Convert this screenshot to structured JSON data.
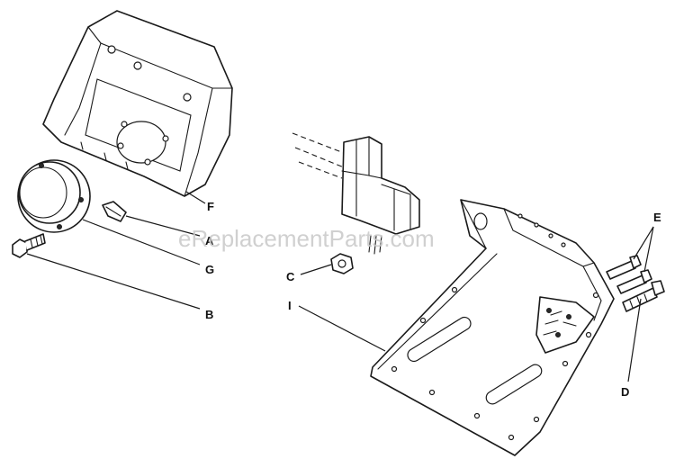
{
  "watermark": "eReplacementParts.com",
  "callouts": {
    "A": "A",
    "B": "B",
    "C": "C",
    "D": "D",
    "E": "E",
    "F": "F",
    "G": "G",
    "I": "I"
  }
}
